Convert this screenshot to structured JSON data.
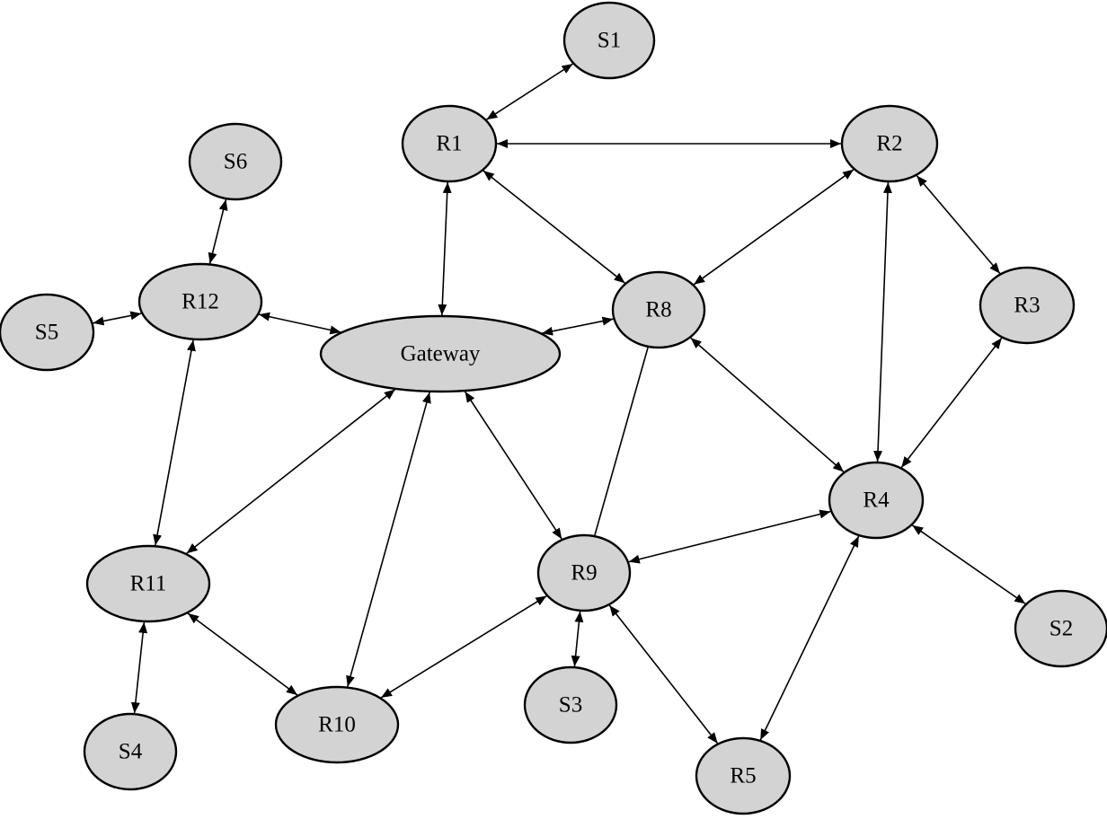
{
  "diagram": {
    "nodes": [
      {
        "id": "S1",
        "label": "S1"
      },
      {
        "id": "R1",
        "label": "R1"
      },
      {
        "id": "R2",
        "label": "R2"
      },
      {
        "id": "S6",
        "label": "S6"
      },
      {
        "id": "R12",
        "label": "R12"
      },
      {
        "id": "S5",
        "label": "S5"
      },
      {
        "id": "Gateway",
        "label": "Gateway"
      },
      {
        "id": "R8",
        "label": "R8"
      },
      {
        "id": "R3",
        "label": "R3"
      },
      {
        "id": "R4",
        "label": "R4"
      },
      {
        "id": "R11",
        "label": "R11"
      },
      {
        "id": "R9",
        "label": "R9"
      },
      {
        "id": "S2",
        "label": "S2"
      },
      {
        "id": "S3",
        "label": "S3"
      },
      {
        "id": "R10",
        "label": "R10"
      },
      {
        "id": "S4",
        "label": "S4"
      },
      {
        "id": "R5",
        "label": "R5"
      }
    ],
    "edges": [
      {
        "from": "S1",
        "to": "R1",
        "directed": "both"
      },
      {
        "from": "R1",
        "to": "R2",
        "directed": "both"
      },
      {
        "from": "R1",
        "to": "Gateway",
        "directed": "both"
      },
      {
        "from": "R1",
        "to": "R8",
        "directed": "both"
      },
      {
        "from": "R2",
        "to": "R8",
        "directed": "both"
      },
      {
        "from": "R2",
        "to": "R3",
        "directed": "both"
      },
      {
        "from": "R2",
        "to": "R4",
        "directed": "both"
      },
      {
        "from": "S6",
        "to": "R12",
        "directed": "both"
      },
      {
        "from": "S5",
        "to": "R12",
        "directed": "both"
      },
      {
        "from": "R12",
        "to": "Gateway",
        "directed": "both"
      },
      {
        "from": "R12",
        "to": "R11",
        "directed": "both"
      },
      {
        "from": "Gateway",
        "to": "R8",
        "directed": "both"
      },
      {
        "from": "Gateway",
        "to": "R11",
        "directed": "both"
      },
      {
        "from": "Gateway",
        "to": "R10",
        "directed": "both"
      },
      {
        "from": "Gateway",
        "to": "R9",
        "directed": "both"
      },
      {
        "from": "R8",
        "to": "R9",
        "directed": "none"
      },
      {
        "from": "R8",
        "to": "R4",
        "directed": "both"
      },
      {
        "from": "R3",
        "to": "R4",
        "directed": "both"
      },
      {
        "from": "R4",
        "to": "R9",
        "directed": "both"
      },
      {
        "from": "R4",
        "to": "S2",
        "directed": "both"
      },
      {
        "from": "R4",
        "to": "R5",
        "directed": "both"
      },
      {
        "from": "R9",
        "to": "R10",
        "directed": "both"
      },
      {
        "from": "R9",
        "to": "S3",
        "directed": "both"
      },
      {
        "from": "R9",
        "to": "R5",
        "directed": "both"
      },
      {
        "from": "R11",
        "to": "R10",
        "directed": "both"
      },
      {
        "from": "R11",
        "to": "S4",
        "directed": "both"
      }
    ],
    "colors": {
      "node_fill": "#d3d3d3",
      "node_stroke": "#000000",
      "edge": "#000000",
      "background": "#ffffff"
    }
  }
}
